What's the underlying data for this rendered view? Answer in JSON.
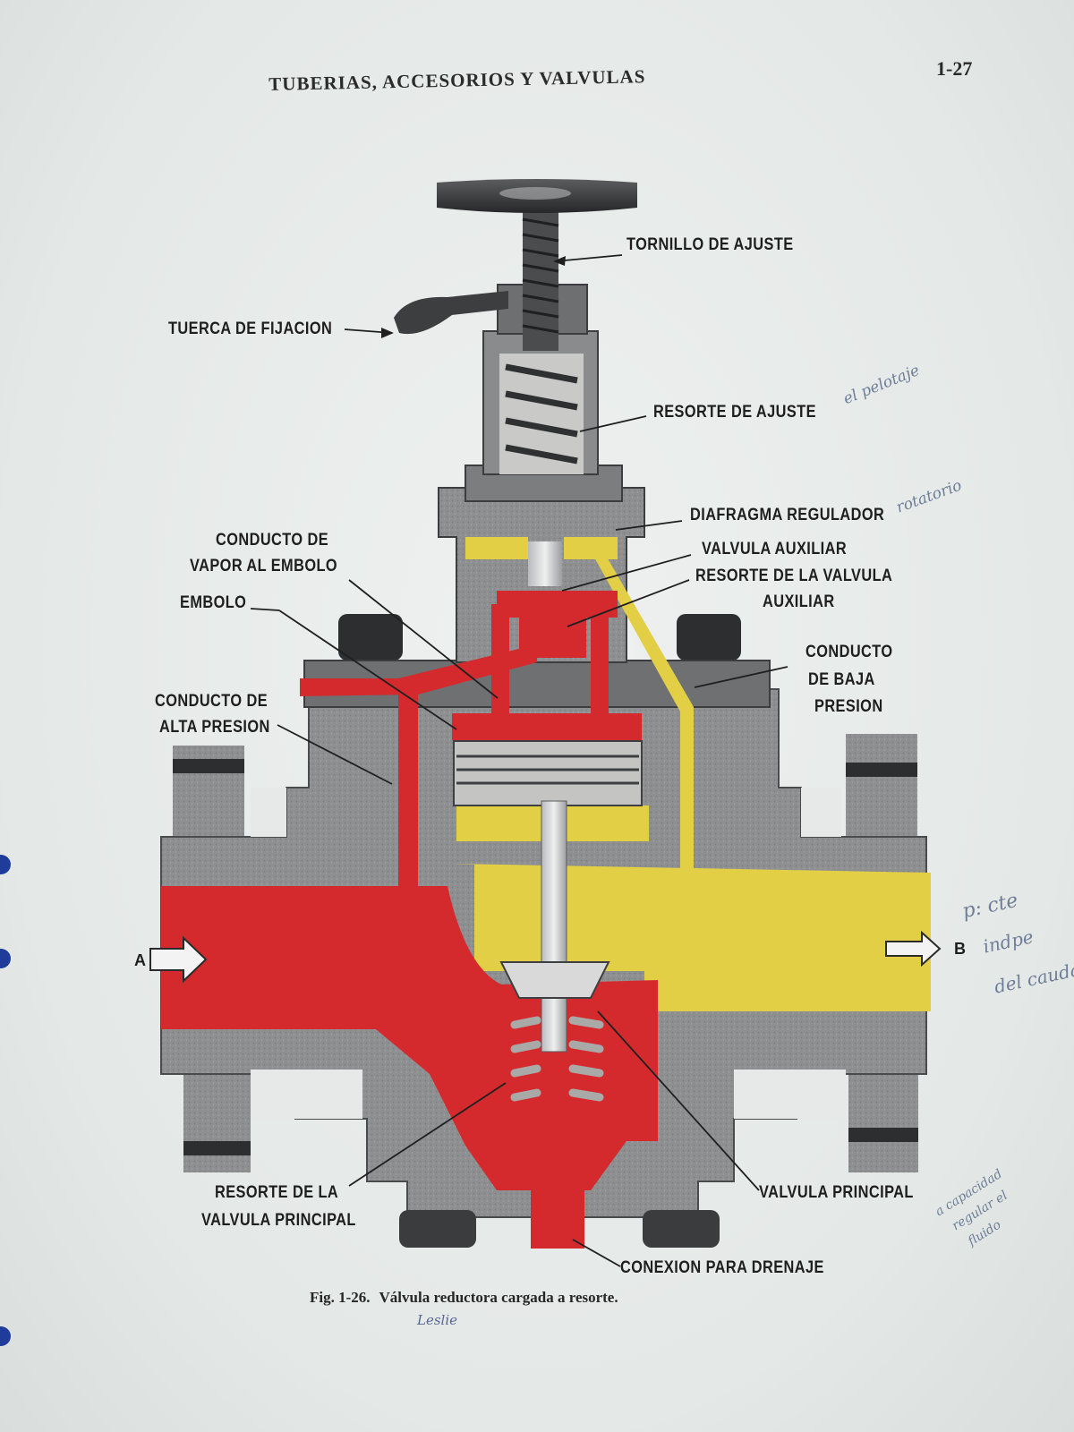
{
  "page": {
    "running_head": "TUBERIAS, ACCESORIOS Y VALVULAS",
    "page_number": "1-27"
  },
  "figure": {
    "number": "Fig. 1-26.",
    "title": "Válvula reductora cargada a resorte."
  },
  "labels": {
    "tornillo": "TORNILLO DE AJUSTE",
    "tuerca": "TUERCA DE FIJACION",
    "resorte_ajuste": "RESORTE DE AJUSTE",
    "diafragma": "DIAFRAGMA REGULADOR",
    "conducto_vapor_1": "CONDUCTO DE",
    "conducto_vapor_2": "VAPOR AL EMBOLO",
    "valvula_auxiliar": "VALVULA AUXILIAR",
    "resorte_auxiliar_1": "RESORTE DE LA VALVULA",
    "resorte_auxiliar_2": "AUXILIAR",
    "embolo": "EMBOLO",
    "conducto_baja_1": "CONDUCTO",
    "conducto_baja_2": "DE BAJA",
    "conducto_baja_3": "PRESION",
    "conducto_alta_1": "CONDUCTO DE",
    "conducto_alta_2": "ALTA PRESION",
    "resorte_principal_1": "RESORTE DE LA",
    "resorte_principal_2": "VALVULA PRINCIPAL",
    "valvula_principal": "VALVULA PRINCIPAL",
    "drenaje": "CONEXION PARA DRENAJE",
    "port_a": "A",
    "port_b": "B"
  },
  "handwriting": {
    "note_1": "el pelotaje",
    "note_2": "rotatorio",
    "note_3": "p: cte",
    "note_4": "indpe",
    "note_5": "del caudal",
    "note_6": "a capacidad",
    "note_7": "regular el",
    "note_8": "fluido",
    "signature": "Leslie"
  },
  "colors": {
    "high_pressure": "#d42a2e",
    "low_pressure": "#e3cf45",
    "body_metal": "#8e8f91",
    "dark_metal": "#3a3b3d",
    "paper": "#e9ecea",
    "ink_annotation": "#5a6b8a"
  }
}
